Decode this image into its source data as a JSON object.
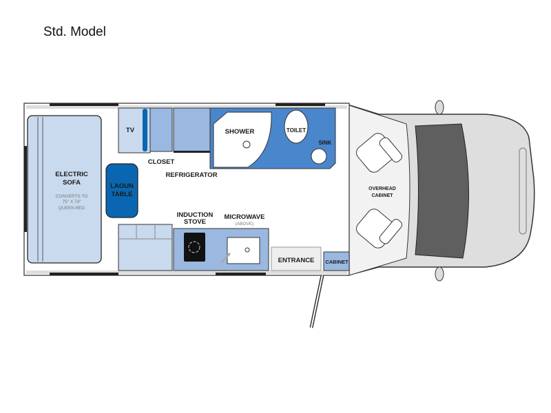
{
  "title": "Std. Model",
  "labels": {
    "tv": "TV",
    "closet": "CLOSET",
    "refrigerator": "REFRIGERATOR",
    "shower": "SHOWER",
    "toilet": "TOILET",
    "sink": "SINK",
    "sofa_line1": "ELECTRIC",
    "sofa_line2": "SOFA",
    "sofa_note1": "CONVERTS TO",
    "sofa_note2": "75\" X 74\"",
    "sofa_note3": "QUEEN BED",
    "table_line1": "LAGUN",
    "table_line2": "TABLE",
    "stove_line1": "INDUCTION",
    "stove_line2": "STOVE",
    "microwave": "MICROWAVE",
    "microwave_note": "(ABOVE)",
    "entrance": "ENTRANCE",
    "cabinet": "CABINET",
    "overhead_line1": "OVERHEAD",
    "overhead_line2": "CABINET"
  },
  "colors": {
    "light_blue": "#c9d9ee",
    "mid_blue": "#9ab8e0",
    "bath_blue": "#4a86cc",
    "table_blue": "#0a66b0",
    "cab_gray": "#e2e2e2",
    "windshield": "#5f5f5f"
  }
}
